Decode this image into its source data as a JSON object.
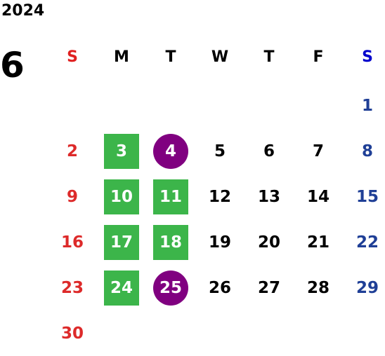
{
  "calendar": {
    "year": "2024",
    "month": "6",
    "weekdays": [
      "S",
      "M",
      "T",
      "W",
      "T",
      "F",
      "S"
    ],
    "days": [
      {
        "label": "1",
        "col": 6,
        "row": 0,
        "mark": ""
      },
      {
        "label": "2",
        "col": 0,
        "row": 1,
        "mark": ""
      },
      {
        "label": "3",
        "col": 1,
        "row": 1,
        "mark": "green"
      },
      {
        "label": "4",
        "col": 2,
        "row": 1,
        "mark": "purple"
      },
      {
        "label": "5",
        "col": 3,
        "row": 1,
        "mark": ""
      },
      {
        "label": "6",
        "col": 4,
        "row": 1,
        "mark": ""
      },
      {
        "label": "7",
        "col": 5,
        "row": 1,
        "mark": ""
      },
      {
        "label": "8",
        "col": 6,
        "row": 1,
        "mark": ""
      },
      {
        "label": "9",
        "col": 0,
        "row": 2,
        "mark": ""
      },
      {
        "label": "10",
        "col": 1,
        "row": 2,
        "mark": "green"
      },
      {
        "label": "11",
        "col": 2,
        "row": 2,
        "mark": "green"
      },
      {
        "label": "12",
        "col": 3,
        "row": 2,
        "mark": ""
      },
      {
        "label": "13",
        "col": 4,
        "row": 2,
        "mark": ""
      },
      {
        "label": "14",
        "col": 5,
        "row": 2,
        "mark": ""
      },
      {
        "label": "15",
        "col": 6,
        "row": 2,
        "mark": ""
      },
      {
        "label": "16",
        "col": 0,
        "row": 3,
        "mark": ""
      },
      {
        "label": "17",
        "col": 1,
        "row": 3,
        "mark": "green"
      },
      {
        "label": "18",
        "col": 2,
        "row": 3,
        "mark": "green"
      },
      {
        "label": "19",
        "col": 3,
        "row": 3,
        "mark": ""
      },
      {
        "label": "20",
        "col": 4,
        "row": 3,
        "mark": ""
      },
      {
        "label": "21",
        "col": 5,
        "row": 3,
        "mark": ""
      },
      {
        "label": "22",
        "col": 6,
        "row": 3,
        "mark": ""
      },
      {
        "label": "23",
        "col": 0,
        "row": 4,
        "mark": ""
      },
      {
        "label": "24",
        "col": 1,
        "row": 4,
        "mark": "green"
      },
      {
        "label": "25",
        "col": 2,
        "row": 4,
        "mark": "purple"
      },
      {
        "label": "26",
        "col": 3,
        "row": 4,
        "mark": ""
      },
      {
        "label": "27",
        "col": 4,
        "row": 4,
        "mark": ""
      },
      {
        "label": "28",
        "col": 5,
        "row": 4,
        "mark": ""
      },
      {
        "label": "29",
        "col": 6,
        "row": 4,
        "mark": ""
      },
      {
        "label": "30",
        "col": 0,
        "row": 5,
        "mark": ""
      }
    ]
  },
  "colors": {
    "sunday_header": "#e02020",
    "saturday_header": "#0000cc",
    "sunday_date": "#dd2a2a",
    "saturday_date": "#1f3f96",
    "weekday": "#000000",
    "green_mark": "#3cb54a",
    "purple_mark": "#800080"
  }
}
